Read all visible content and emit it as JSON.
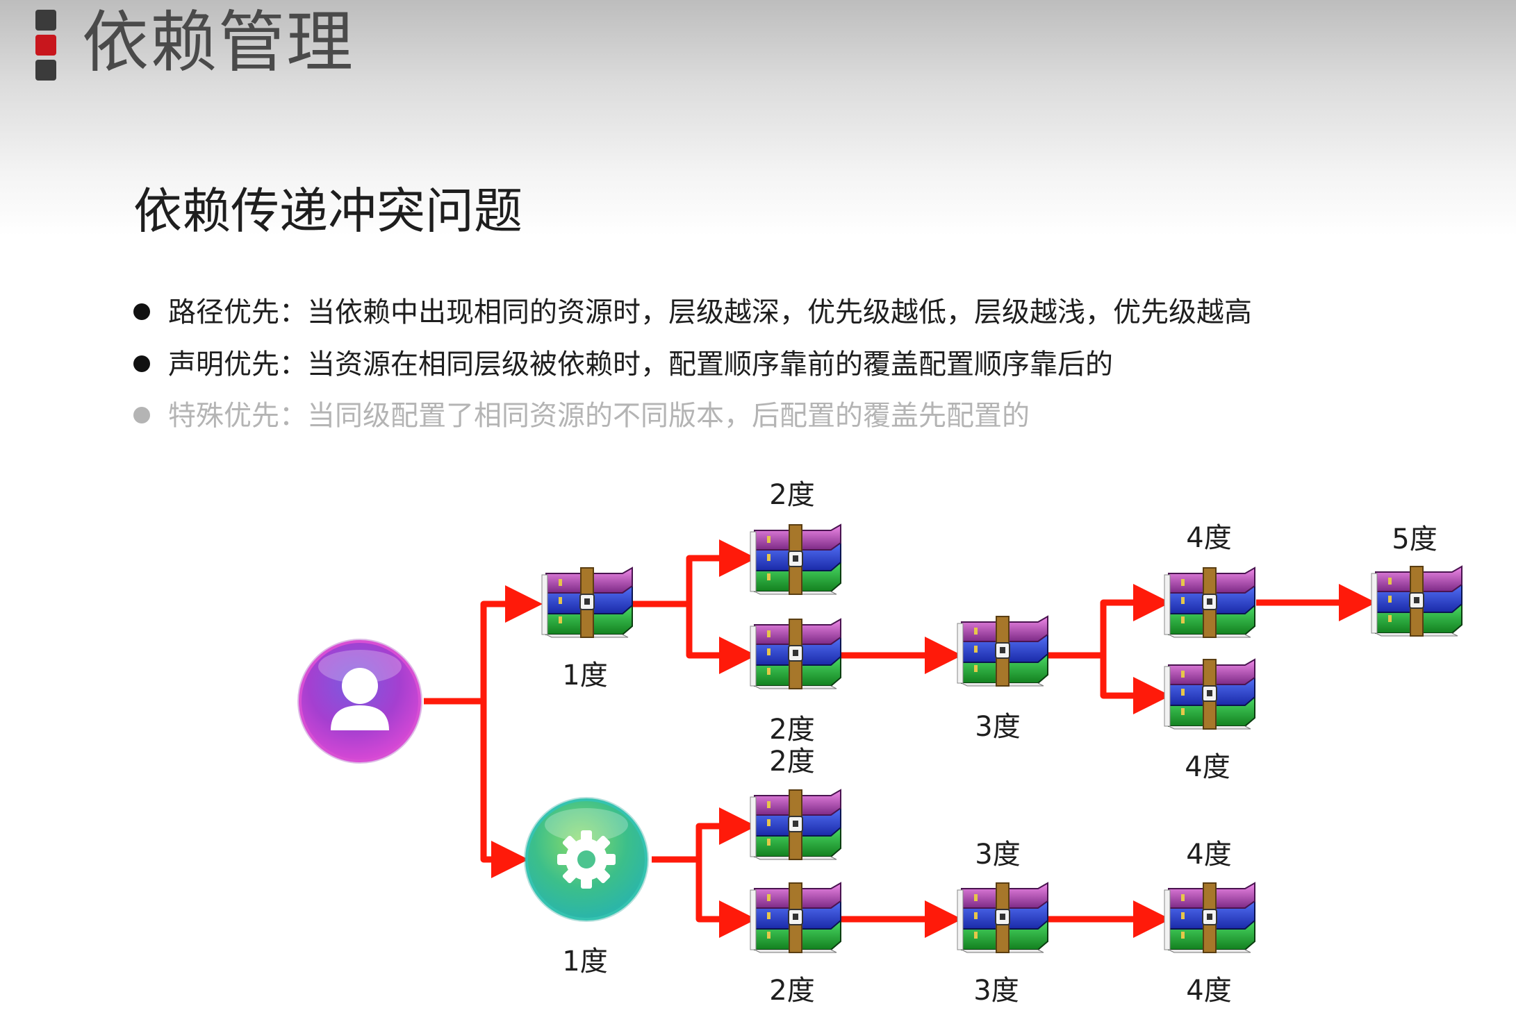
{
  "header": {
    "title": "依赖管理"
  },
  "subtitle": "依赖传递冲突问题",
  "bullets": [
    {
      "text": "路径优先：当依赖中出现相同的资源时，层级越深，优先级越低，层级越浅，优先级越高"
    },
    {
      "text": "声明优先：当资源在相同层级被依赖时，配置顺序靠前的覆盖配置顺序靠后的"
    },
    {
      "text": "特殊优先：当同级配置了相同资源的不同版本，后配置的覆盖先配置的"
    }
  ],
  "diagram": {
    "labels": {
      "top_1": "1度",
      "top_2a": "2度",
      "top_2b": "2度",
      "top_3": "3度",
      "top_4a": "4度",
      "top_4b": "4度",
      "top_5": "5度",
      "bottom_1": "1度",
      "bottom_2a": "2度",
      "bottom_2b": "2度",
      "bottom_3a": "3度",
      "bottom_3b": "3度",
      "bottom_4a": "4度",
      "bottom_4b": "4度"
    },
    "colors": {
      "arrow": "#ff1a0a",
      "user_node": "#c23fd0",
      "module_node": "#2fb9a2",
      "marker_accent": "#c8161d"
    }
  }
}
